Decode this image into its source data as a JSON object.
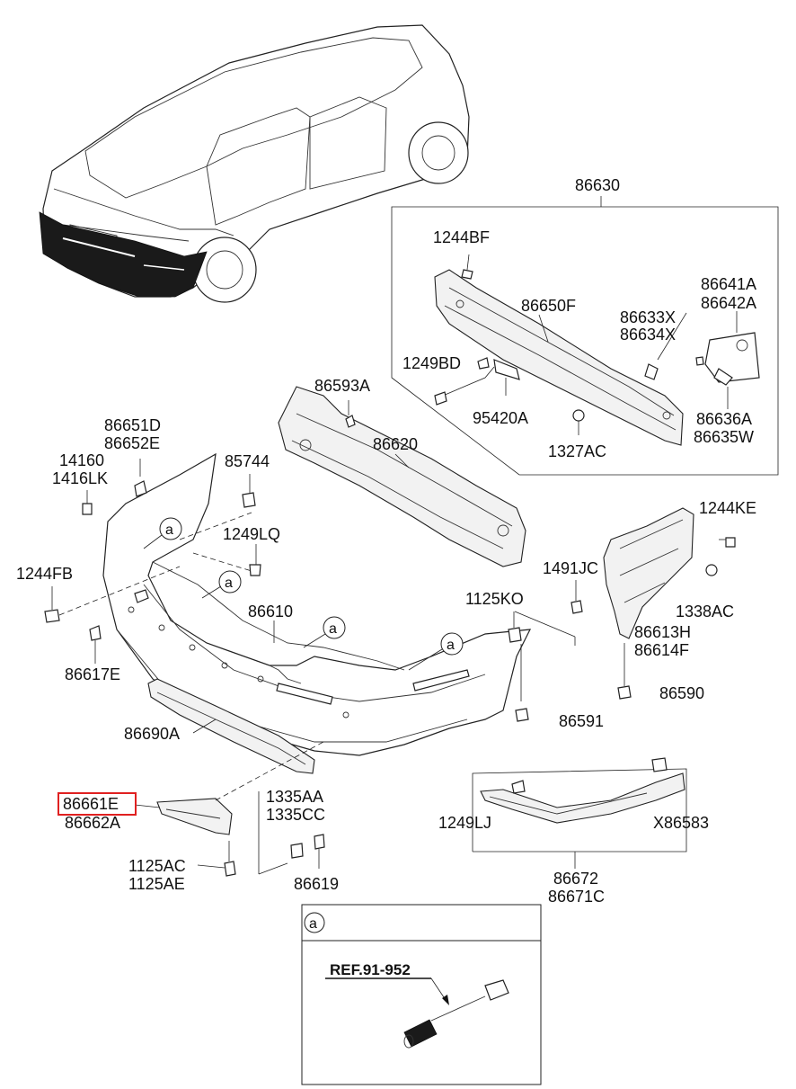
{
  "diagram": {
    "callouts": [
      {
        "id": "86630",
        "text": "86630"
      },
      {
        "id": "1244BF",
        "text": "1244BF"
      },
      {
        "id": "86650F",
        "text": "86650F"
      },
      {
        "id": "86641A",
        "text": "86641A"
      },
      {
        "id": "86642A",
        "text": "86642A"
      },
      {
        "id": "86633X",
        "text": "86633X"
      },
      {
        "id": "86634X",
        "text": "86634X"
      },
      {
        "id": "1249BD",
        "text": "1249BD"
      },
      {
        "id": "95420A",
        "text": "95420A"
      },
      {
        "id": "86636A",
        "text": "86636A"
      },
      {
        "id": "86635W",
        "text": "86635W"
      },
      {
        "id": "1327AC",
        "text": "1327AC"
      },
      {
        "id": "86593A",
        "text": "86593A"
      },
      {
        "id": "86620",
        "text": "86620"
      },
      {
        "id": "86651D",
        "text": "86651D"
      },
      {
        "id": "86652E",
        "text": "86652E"
      },
      {
        "id": "14160",
        "text": "14160"
      },
      {
        "id": "1416LK",
        "text": "1416LK"
      },
      {
        "id": "85744",
        "text": "85744"
      },
      {
        "id": "1249LQ",
        "text": "1249LQ"
      },
      {
        "id": "1244FB",
        "text": "1244FB"
      },
      {
        "id": "86610",
        "text": "86610"
      },
      {
        "id": "86617E",
        "text": "86617E"
      },
      {
        "id": "1244KE",
        "text": "1244KE"
      },
      {
        "id": "1491JC",
        "text": "1491JC"
      },
      {
        "id": "1338AC",
        "text": "1338AC"
      },
      {
        "id": "1125KO",
        "text": "1125KO"
      },
      {
        "id": "86613H",
        "text": "86613H"
      },
      {
        "id": "86614F",
        "text": "86614F"
      },
      {
        "id": "86590",
        "text": "86590"
      },
      {
        "id": "86591",
        "text": "86591"
      },
      {
        "id": "86690A",
        "text": "86690A"
      },
      {
        "id": "86661E",
        "text": "86661E"
      },
      {
        "id": "86662A",
        "text": "86662A"
      },
      {
        "id": "1335AA",
        "text": "1335AA"
      },
      {
        "id": "1335CC",
        "text": "1335CC"
      },
      {
        "id": "1125AC",
        "text": "1125AC"
      },
      {
        "id": "1125AE",
        "text": "1125AE"
      },
      {
        "id": "86619",
        "text": "86619"
      },
      {
        "id": "1249LJ",
        "text": "1249LJ"
      },
      {
        "id": "X86583",
        "text": "X86583"
      },
      {
        "id": "86672",
        "text": "86672"
      },
      {
        "id": "86671C",
        "text": "86671C"
      }
    ],
    "circle_marker": "a",
    "detail_box": {
      "marker": "a",
      "ref": "REF.91-952"
    },
    "highlighted_part": "86661E",
    "highlight_color": "#e02020"
  }
}
